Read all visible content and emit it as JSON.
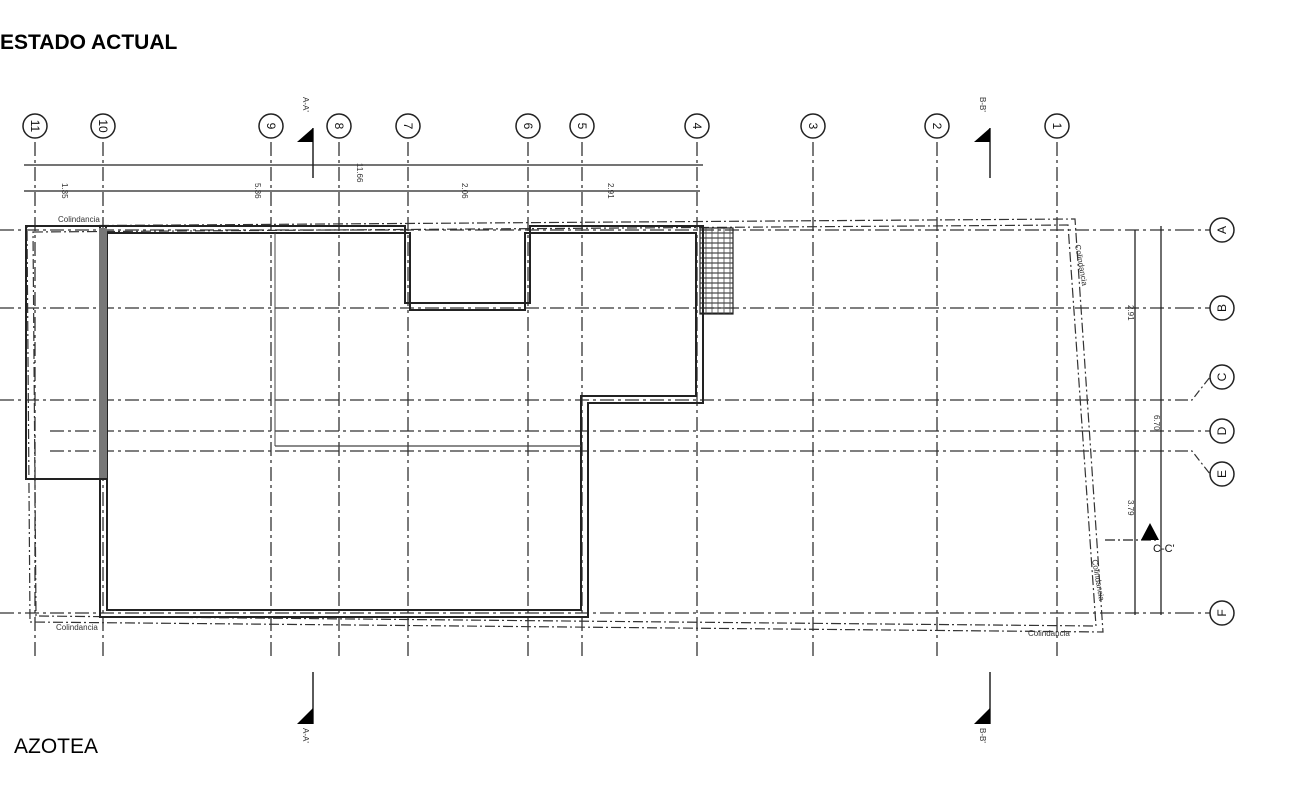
{
  "title": "ESTADO ACTUAL",
  "level": "AZOTEA",
  "column_axes": [
    "11",
    "10",
    "9",
    "8",
    "7",
    "6",
    "5",
    "4",
    "3",
    "2",
    "1"
  ],
  "row_axes": [
    "A",
    "B",
    "C",
    "D",
    "E",
    "F"
  ],
  "dimensions": {
    "total": "11.66",
    "d1": "1.35",
    "d2": "5.36",
    "d3": "2.06",
    "d4": "2.91",
    "v1": "2.91",
    "v2": "6.70",
    "v3": "3.79"
  },
  "sections": {
    "a": "A-A'",
    "b": "B-B'",
    "c": "C-C'"
  },
  "boundary_label": "Colindancia"
}
